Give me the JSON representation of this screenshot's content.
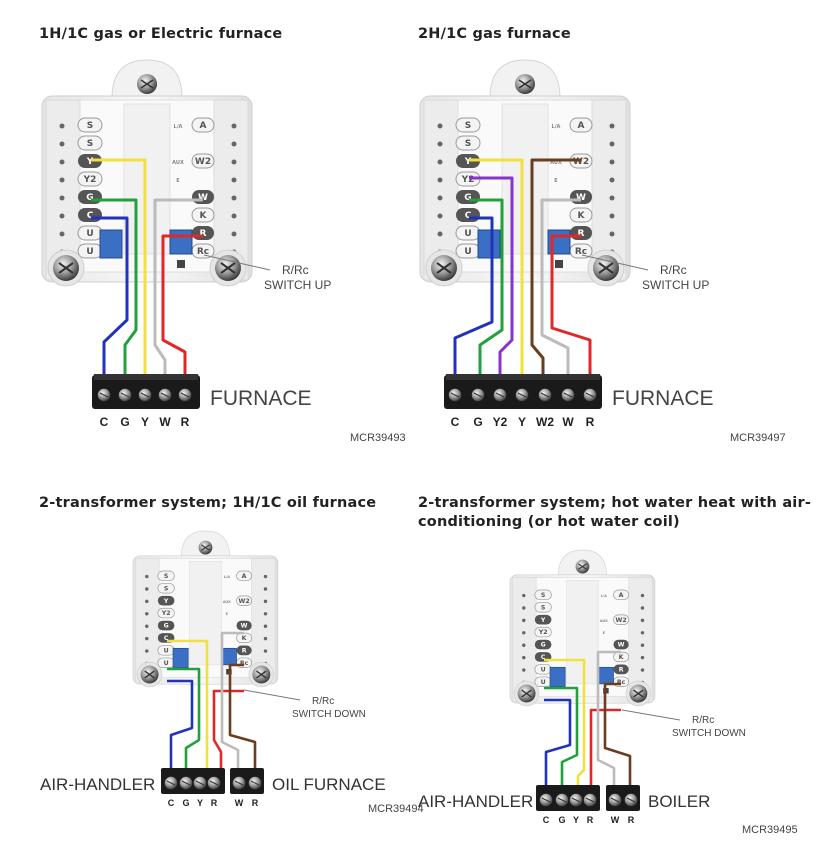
{
  "panels": [
    {
      "title": "1H/1C gas or Electric furnace",
      "switch_label_1": "R/Rc",
      "switch_label_2": "SWITCH UP",
      "equipment": "FURNACE",
      "terminals": [
        "C",
        "G",
        "Y",
        "W",
        "R"
      ],
      "code": "MCR39493"
    },
    {
      "title": "2H/1C gas furnace",
      "switch_label_1": "R/Rc",
      "switch_label_2": "SWITCH UP",
      "equipment": "FURNACE",
      "terminals": [
        "C",
        "G",
        "Y2",
        "Y",
        "W2",
        "W",
        "R"
      ],
      "code": "MCR39497"
    },
    {
      "title": "2-transformer system; 1H/1C oil furnace",
      "switch_label_1": "R/Rc",
      "switch_label_2": "SWITCH DOWN",
      "equipment_1": "AIR-HANDLER",
      "equipment_2": "OIL FURNACE",
      "terminals_1": [
        "C",
        "G",
        "Y",
        "R"
      ],
      "terminals_2": [
        "W",
        "R"
      ],
      "code": "MCR39494"
    },
    {
      "title_line1": "2-transformer system; hot water heat with air-",
      "title_line2": "conditioning (or hot water coil)",
      "switch_label_1": "R/Rc",
      "switch_label_2": "SWITCH DOWN",
      "equipment_1": "AIR-HANDLER",
      "equipment_2": "BOILER",
      "terminals_1": [
        "C",
        "G",
        "Y",
        "R"
      ],
      "terminals_2": [
        "W",
        "R"
      ],
      "code": "MCR39495"
    }
  ],
  "plate_left_terminals": [
    "S",
    "S",
    "Y",
    "Y2",
    "G",
    "C",
    "U",
    "U"
  ],
  "plate_right_terminals": [
    "A",
    "W2",
    "W",
    "K",
    "R",
    "Rc"
  ],
  "plate_right_small": [
    "L/A",
    "AUX",
    "E"
  ],
  "wire_colors": {
    "blue": "#2233bb",
    "green": "#22a03c",
    "yellow": "#f0e040",
    "purple": "#8833cc",
    "white": "#bbbbbb",
    "brown": "#6b3d1e",
    "red": "#e02828"
  }
}
